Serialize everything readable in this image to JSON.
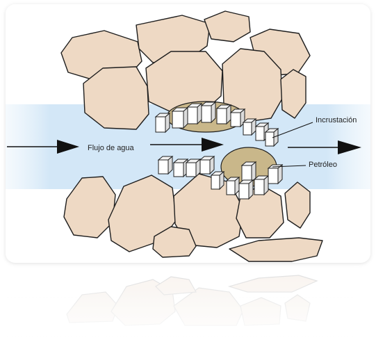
{
  "labels": {
    "water_flow": "Flujo de agua",
    "scale": "Incrustación",
    "oil": "Petróleo"
  },
  "colors": {
    "background": "#ffffff",
    "water_band": "#cfe4f6",
    "rock_fill": "#eed9c4",
    "rock_outline": "#1e1e1e",
    "oil": "#c9b78a",
    "scale_cube": "#ffffff",
    "arrow": "#111111"
  },
  "icons": {
    "flow_arrows": "arrow-right-icon",
    "scale_deposit": "cube-icon"
  }
}
